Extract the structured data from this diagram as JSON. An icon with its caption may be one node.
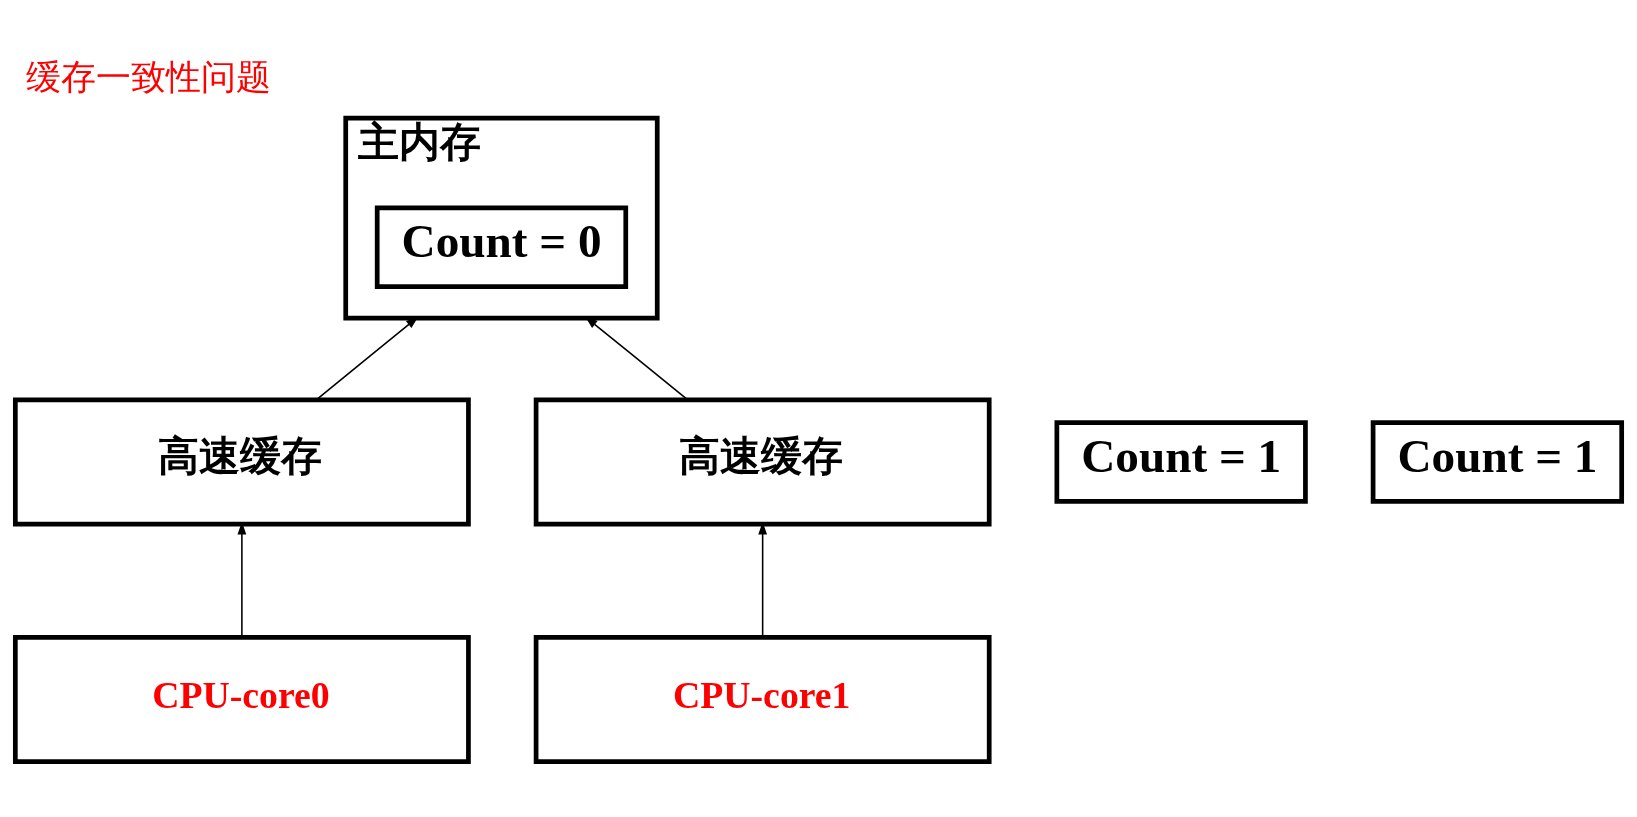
{
  "diagram": {
    "title": "缓存一致性问题",
    "nodes": [
      {
        "text": [
          "主内存"
        ]
      },
      {
        "text": [
          "Count = 0"
        ],
        "in": 0
      },
      {
        "text": [
          "Count = 1"
        ]
      },
      {
        "text": [
          "高速缓存"
        ]
      },
      {
        "text": [
          "高速缓存"
        ]
      },
      {
        "text": [
          "Count = 1"
        ]
      },
      {
        "text": [
          "CPU-core0"
        ]
      },
      {
        "text": [
          "CPU-core1"
        ]
      }
    ],
    "edges": [
      {
        "from": 3,
        "to": 0,
        "arrow": "to"
      },
      {
        "from": 4,
        "to": 0,
        "arrow": "to"
      },
      {
        "from": 6,
        "to": 3,
        "arrow": "to"
      },
      {
        "from": 7,
        "to": 4,
        "arrow": "to"
      }
    ]
  }
}
